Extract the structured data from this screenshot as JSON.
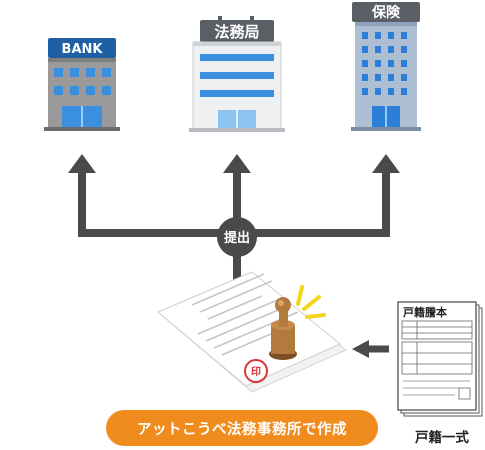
{
  "buildings": {
    "bank_sign": "BANK",
    "legal_affairs_sign": "法務局",
    "insurance_sign": "保険"
  },
  "hub_label": "提出",
  "office_label": "アットこうべ法務事務所で作成",
  "stamp_mark": "印",
  "register_doc": {
    "title": "戸籍謄本",
    "caption": "戸籍一式"
  },
  "colors": {
    "arrow": "#4a4a4a",
    "pill": "#f08c1e",
    "stamp_red": "#d9333a",
    "burst": "#f3d51c",
    "bank_sign": "#1f5fa3",
    "office_sign": "#5a5f66"
  }
}
